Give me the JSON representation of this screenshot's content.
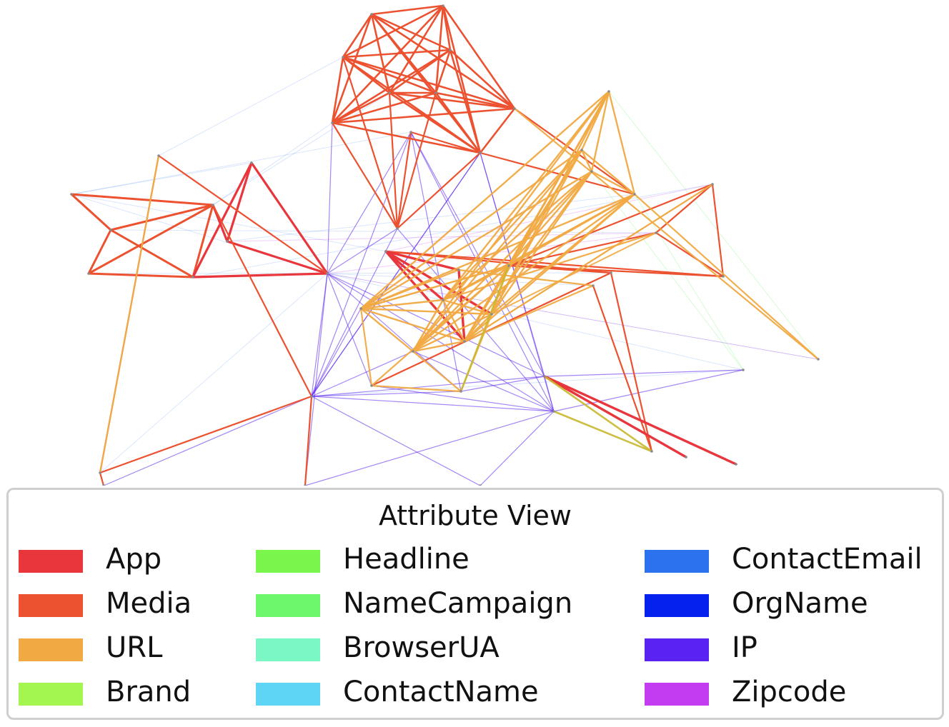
{
  "legend": {
    "title": "Attribute View",
    "items": [
      {
        "label": "App",
        "color": "#e8363c"
      },
      {
        "label": "Media",
        "color": "#ec5130"
      },
      {
        "label": "URL",
        "color": "#f1aa43"
      },
      {
        "label": "Brand",
        "color": "#a3f550"
      },
      {
        "label": "Headline",
        "color": "#7af54c"
      },
      {
        "label": "NameCampaign",
        "color": "#6cf76c"
      },
      {
        "label": "BrowserUA",
        "color": "#7af7c4"
      },
      {
        "label": "ContactName",
        "color": "#5ed5f5"
      },
      {
        "label": "ContactEmail",
        "color": "#2c72ee"
      },
      {
        "label": "OrgName",
        "color": "#0421ed"
      },
      {
        "label": "IP",
        "color": "#5a23f1"
      },
      {
        "label": "Zipcode",
        "color": "#c33cf2"
      }
    ]
  }
}
